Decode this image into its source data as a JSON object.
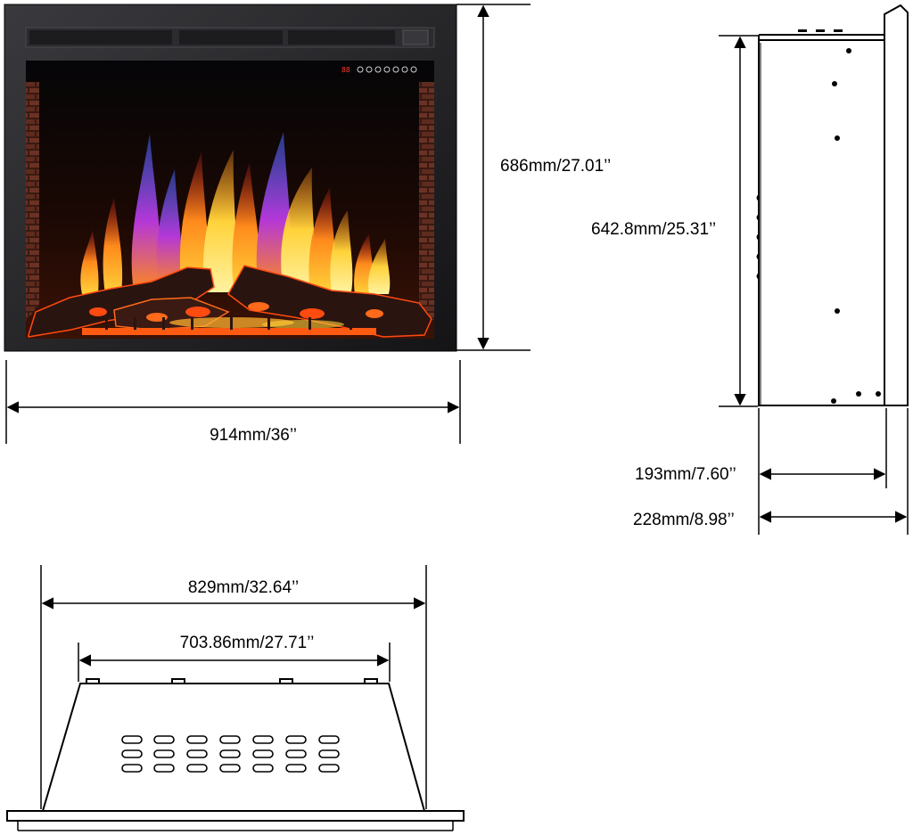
{
  "dimensions": {
    "front_width": "914mm/36’’",
    "front_height": "686mm/27.01’’",
    "side_height": "642.8mm/25.31’’",
    "side_depth_body": "193mm/7.60’’",
    "side_depth_total": "228mm/8.98’’",
    "top_width_outer": "829mm/32.64’’",
    "top_width_inner": "703.86mm/27.71’’"
  },
  "control_panel": {
    "display": "88"
  },
  "colors": {
    "line": "#000000",
    "frame": "#1e1e20",
    "firebox": "#050507",
    "brick": "#6a3224",
    "flame_orange": "#ff8a1c",
    "flame_yellow": "#ffd23a",
    "flame_blue": "#3a6cff",
    "flame_violet": "#b437d8",
    "ember": "#ff4a10",
    "log": "#2a1410"
  },
  "icons": {
    "arrow": "double-headed-dimension-arrow",
    "vent": "vent-slot",
    "screw": "mounting-screw",
    "button": "control-button"
  }
}
